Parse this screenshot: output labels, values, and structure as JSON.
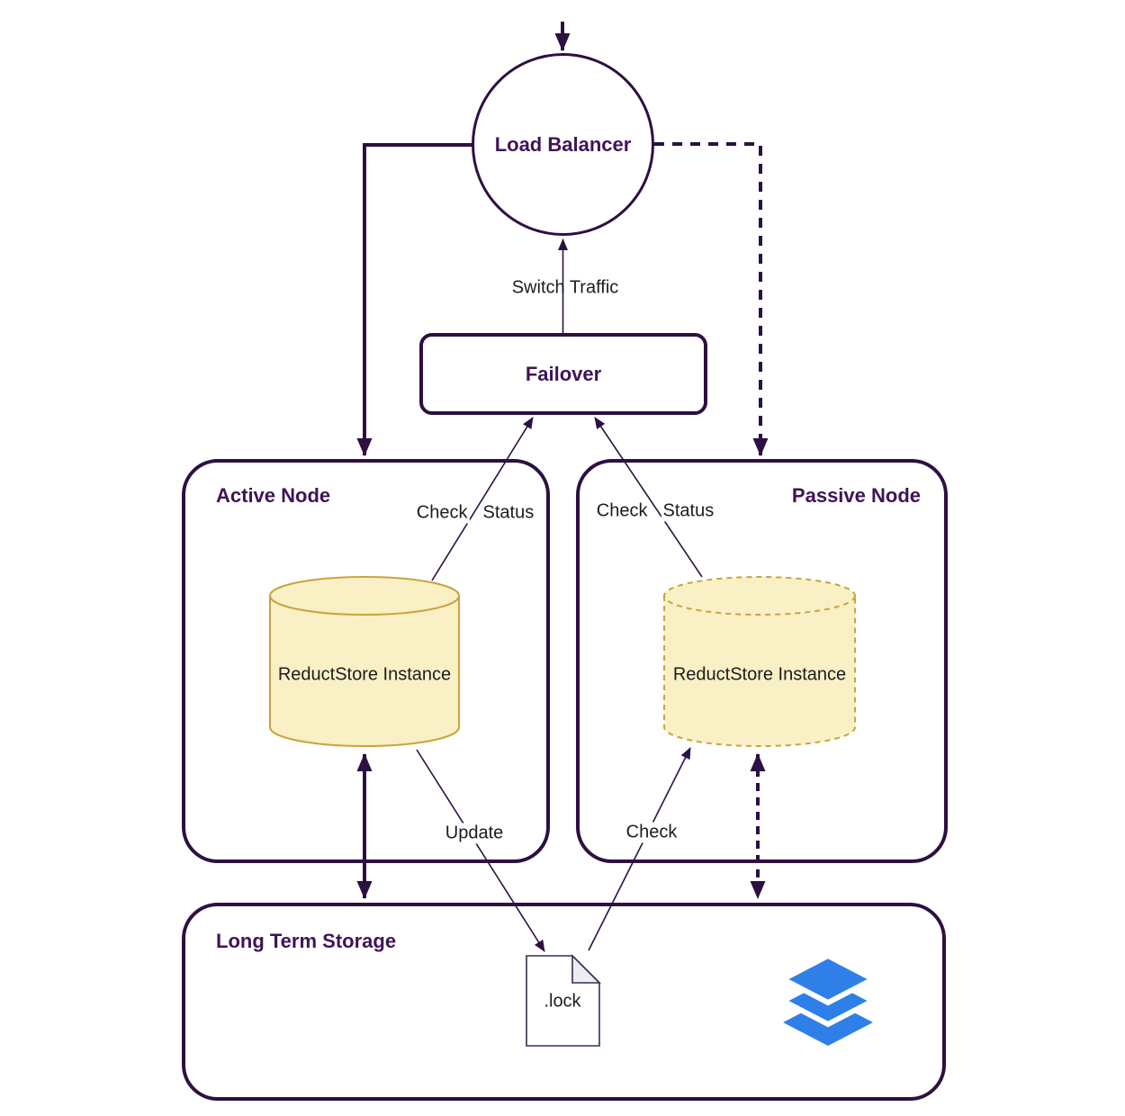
{
  "diagram_type": "failover-architecture-flowchart",
  "nodes": {
    "load_balancer": "Load Balancer",
    "failover": "Failover",
    "active_node": "Active Node",
    "passive_node": "Passive Node",
    "long_term_storage": "Long Term Storage",
    "active_instance": "ReductStore Instance",
    "passive_instance": "ReductStore Instance",
    "lock_file": ".lock"
  },
  "edges": {
    "switch_traffic": "Switch Traffic",
    "active_check": "Check",
    "active_status": "Status",
    "passive_check": "Check",
    "passive_status": "Status",
    "update": "Update",
    "check": "Check"
  },
  "icons": {
    "layers_icon": "layers-stack",
    "lock_document_icon": "document-with-folded-corner",
    "database_icon": "cylinder"
  },
  "colors": {
    "line": "#2D1042",
    "title_text": "#3F1457",
    "label_text": "#1C1C1C",
    "cylinder_fill": "#FAF0C6",
    "cylinder_stroke": "#C9A43D",
    "layers_icon_blue": "#2E80E8",
    "document_fold_fill": "#EFEDF4",
    "background": "#FFFFFF"
  }
}
